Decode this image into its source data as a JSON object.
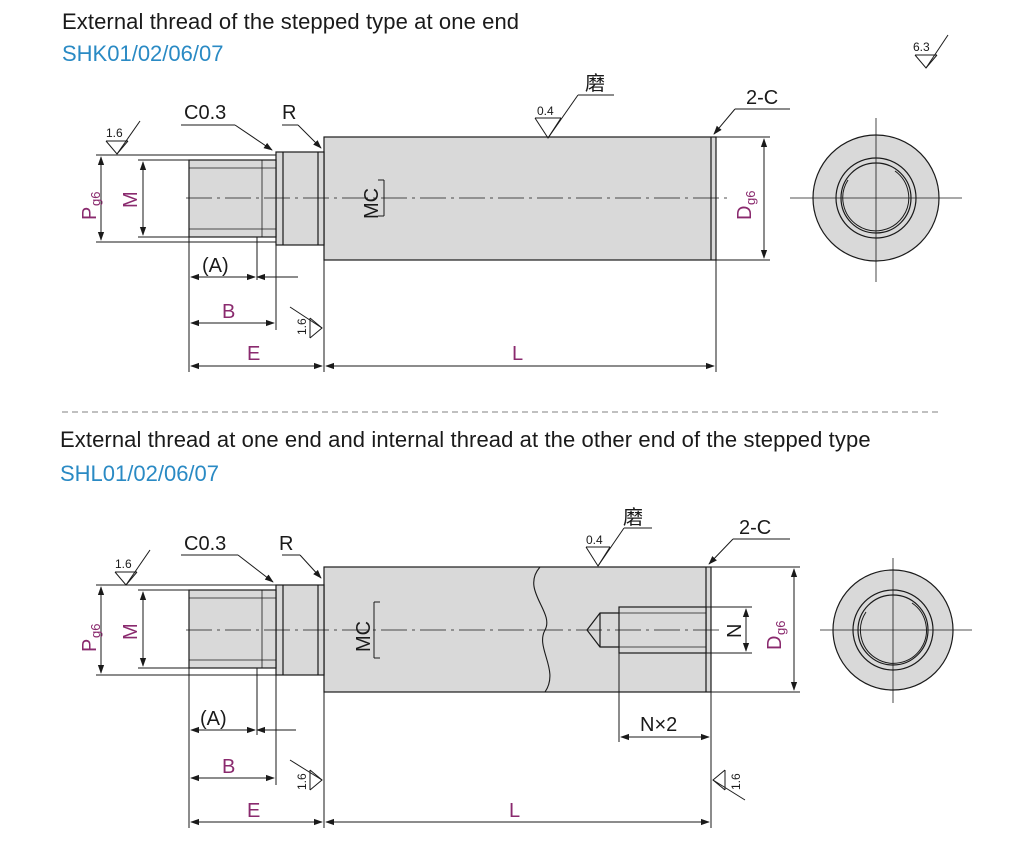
{
  "section_top": {
    "title": "External thread of the stepped type at one end",
    "model": "SHK01/02/06/07",
    "labels": {
      "c03": "C0.3",
      "r": "R",
      "kanji": "磨",
      "finish_04": "0.4",
      "finish_16a": "1.6",
      "finish_16b": "1.6",
      "finish_63": "6.3",
      "chamfer": "2-C",
      "p": "P",
      "p_sub": "g6",
      "m": "M",
      "mc": "MC",
      "d": "D",
      "d_sub": "g6",
      "a": "(A)",
      "b": "B",
      "e": "E",
      "l": "L"
    }
  },
  "section_bottom": {
    "title": "External thread at one end and internal thread at the other end of the stepped type",
    "model": "SHL01/02/06/07",
    "labels": {
      "c03": "C0.3",
      "r": "R",
      "kanji": "磨",
      "finish_04": "0.4",
      "finish_16a": "1.6",
      "finish_16b": "1.6",
      "finish_16c": "1.6",
      "chamfer": "2-C",
      "p": "P",
      "p_sub": "g6",
      "m": "M",
      "mc": "MC",
      "n": "N",
      "d": "D",
      "d_sub": "g6",
      "nx2": "N×2",
      "a": "(A)",
      "b": "B",
      "e": "E",
      "l": "L"
    }
  },
  "colors": {
    "line": "#1a1a1a",
    "body_fill": "#d9d9d9",
    "dim_text": "#8a2a6e",
    "model_text": "#2a8ac4",
    "separator": "#9a9a9a"
  }
}
